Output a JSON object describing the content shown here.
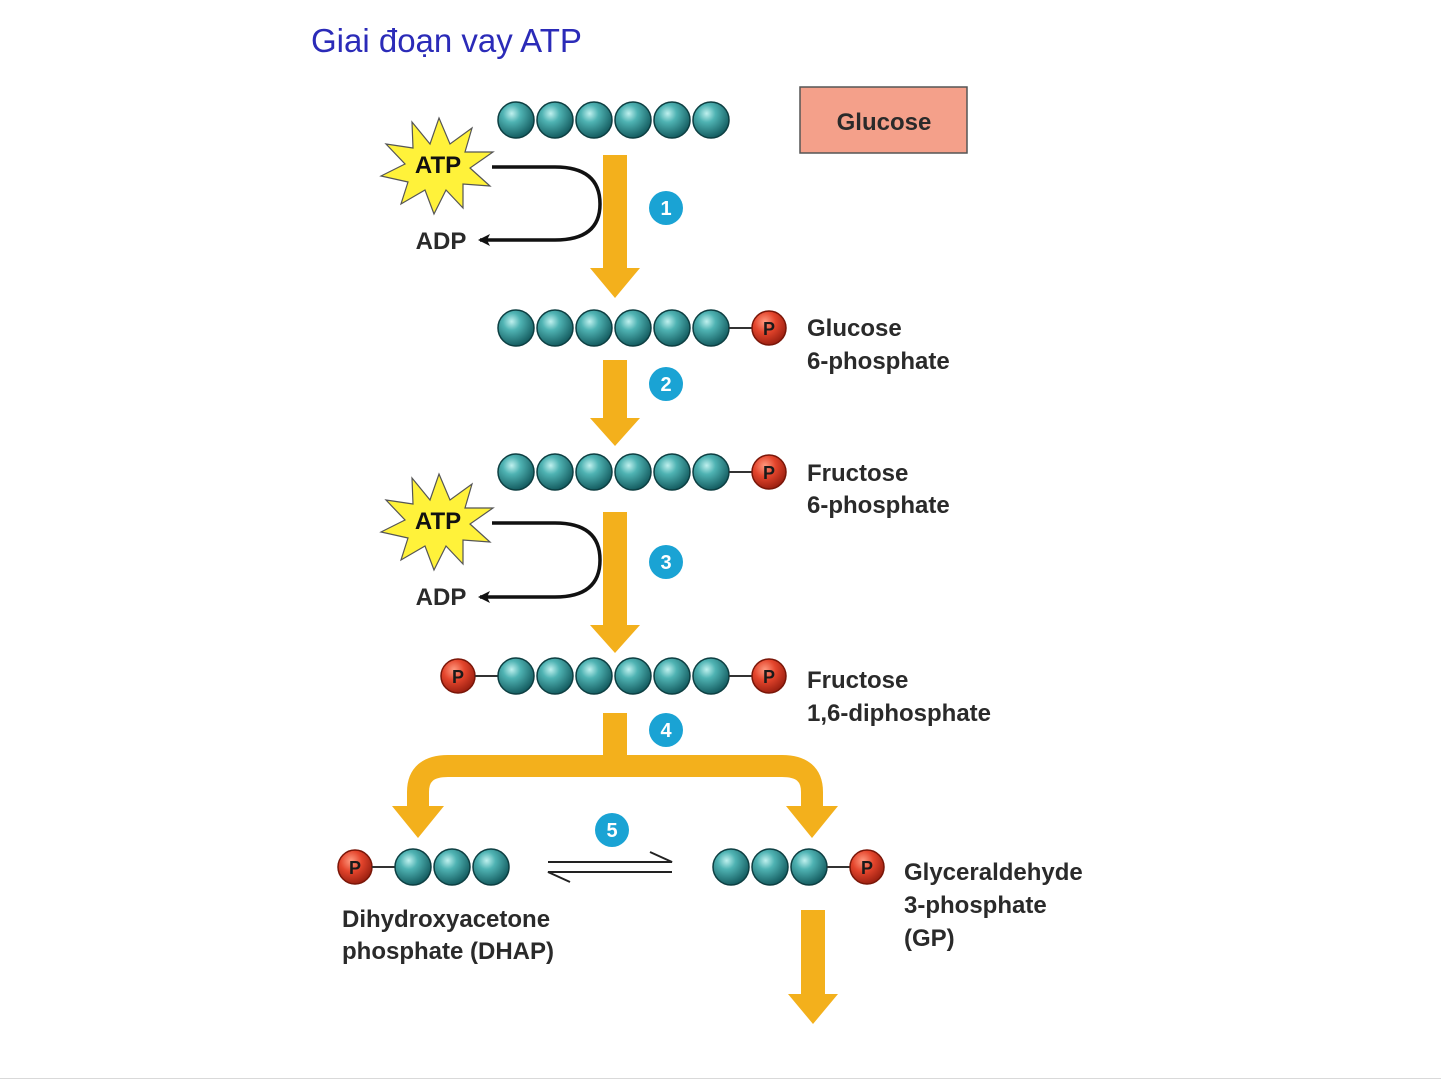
{
  "title": "Giai đoạn vay ATP",
  "colors": {
    "title": "#2b2bb8",
    "carbon_bead": "#2c8c8e",
    "phosphate": "#e0402a",
    "arrow": "#f3b01c",
    "step_badge": "#1aa3d4",
    "atp_star": "#fff23a",
    "glucose_box": "#f4a08a"
  },
  "glucose_box": {
    "label": "Glucose"
  },
  "atp_label": "ATP",
  "adp_label": "ADP",
  "phosphate_label": "P",
  "steps": [
    "1",
    "2",
    "3",
    "4",
    "5"
  ],
  "molecules": {
    "g6p": {
      "line1": "Glucose",
      "line2": "6-phosphate"
    },
    "f6p": {
      "line1": "Fructose",
      "line2": "6-phosphate"
    },
    "f16bp": {
      "line1": "Fructose",
      "line2": "1,6-diphosphate"
    },
    "dhap": {
      "line1": "Dihydroxyacetone",
      "line2": "phosphate (DHAP)"
    },
    "gp": {
      "line1": "Glyceraldehyde",
      "line2": "3-phosphate",
      "line3": "(GP)"
    }
  }
}
